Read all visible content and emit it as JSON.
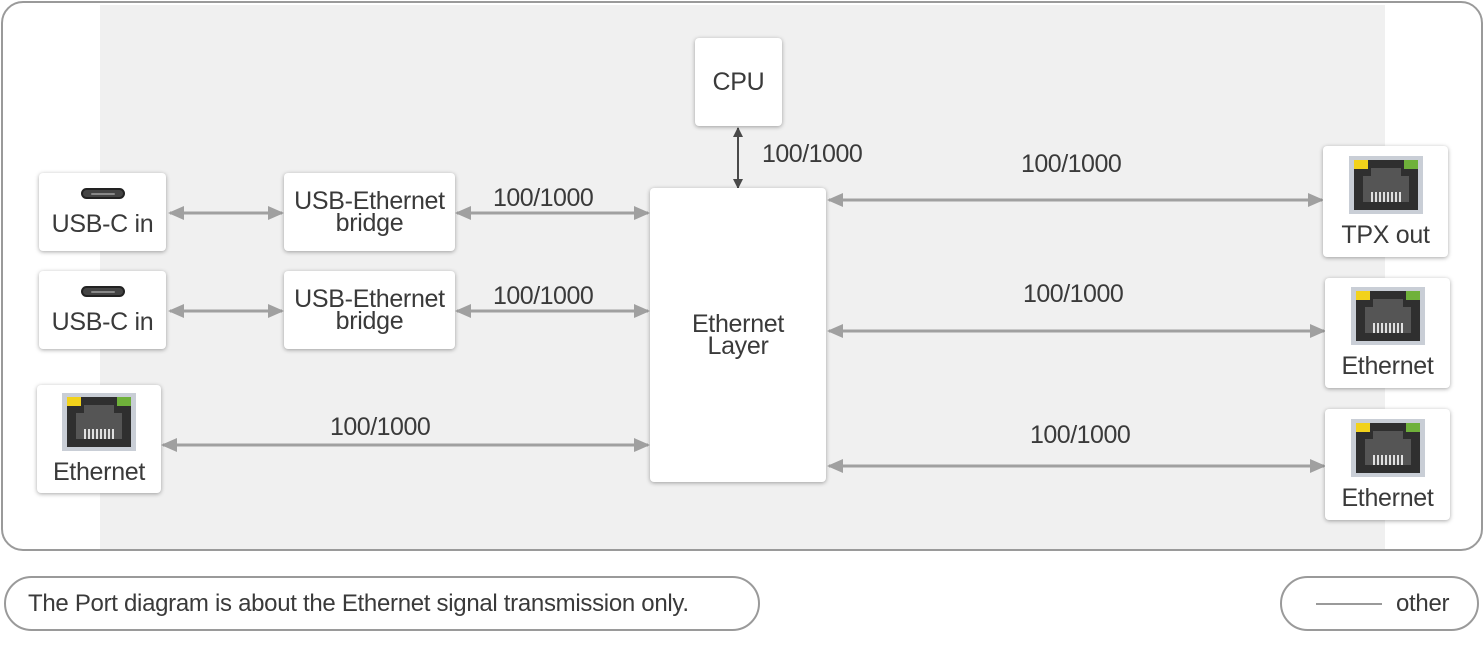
{
  "colors": {
    "wire": "#a0a0a0",
    "frame": "#9a9a9a",
    "panel": "#f0f0f0",
    "led_yellow": "#f2d21b",
    "led_green": "#6fb13a"
  },
  "blocks": {
    "cpu": "CPU",
    "ethernet_layer_line1": "Ethernet",
    "ethernet_layer_line2": "Layer",
    "bridge1_line1": "USB-Ethernet",
    "bridge1_line2": "bridge",
    "bridge2_line1": "USB-Ethernet",
    "bridge2_line2": "bridge"
  },
  "ports_left": [
    {
      "label": "USB-C in",
      "icon": "usb-c-icon"
    },
    {
      "label": "USB-C in",
      "icon": "usb-c-icon"
    },
    {
      "label": "Ethernet",
      "icon": "rj45-icon"
    }
  ],
  "ports_right": [
    {
      "label": "TPX out",
      "icon": "rj45-icon"
    },
    {
      "label": "Ethernet",
      "icon": "rj45-icon"
    },
    {
      "label": "Ethernet",
      "icon": "rj45-icon"
    }
  ],
  "links": {
    "cpu_to_layer": "100/1000",
    "bridge1_to_layer": "100/1000",
    "bridge2_to_layer": "100/1000",
    "ethernet_in_to_layer": "100/1000",
    "layer_to_tpx": "100/1000",
    "layer_to_eth1": "100/1000",
    "layer_to_eth2": "100/1000"
  },
  "notes": {
    "disclaimer": "The Port diagram is about the Ethernet signal transmission only.",
    "legend_other": "other"
  }
}
